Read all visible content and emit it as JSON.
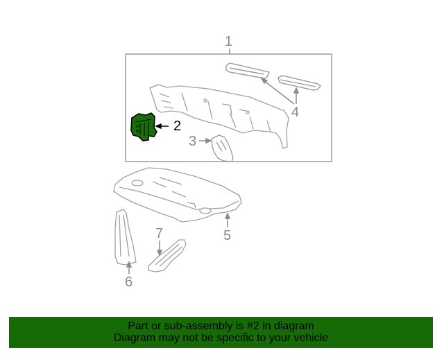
{
  "diagram": {
    "highlight_color": "#1a6e0a",
    "line_color": "#8a8a8a",
    "callouts": [
      {
        "id": "1",
        "label": "1",
        "part": "rear body panel assembly",
        "highlighted": false
      },
      {
        "id": "2",
        "label": "2",
        "part": "bracket / sub-assembly",
        "highlighted": true
      },
      {
        "id": "3",
        "label": "3",
        "part": "small bracket",
        "highlighted": false
      },
      {
        "id": "4",
        "label": "4",
        "part": "upper reinforcement strips",
        "highlighted": false
      },
      {
        "id": "5",
        "label": "5",
        "part": "package tray panel",
        "highlighted": false
      },
      {
        "id": "6",
        "label": "6",
        "part": "pillar brace",
        "highlighted": false
      },
      {
        "id": "7",
        "label": "7",
        "part": "side brace",
        "highlighted": false
      }
    ]
  },
  "banner": {
    "background": "#166b06",
    "line1": "Part or sub-assembly is #2 in diagram",
    "line2": "Diagram may not be specific to your vehicle"
  }
}
